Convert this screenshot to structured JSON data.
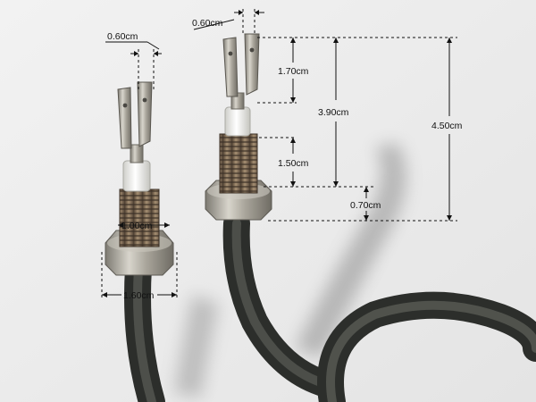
{
  "dimensions": {
    "terminal_width_left": "0.60cm",
    "terminal_width_right": "0.60cm",
    "terminal_length": "1.70cm",
    "thread_length": "1.50cm",
    "nut_thickness": "0.70cm",
    "terminal_to_nut_length": "3.90cm",
    "overall_height": "4.50cm",
    "thread_diameter": "1.00cm",
    "nut_width": "1.60cm"
  },
  "colors": {
    "background": "#ececec",
    "element_tube": "#3a3c38",
    "metal": "#b9b6ae",
    "ceramic": "#f4f4ef",
    "dimension_line": "#111111"
  }
}
